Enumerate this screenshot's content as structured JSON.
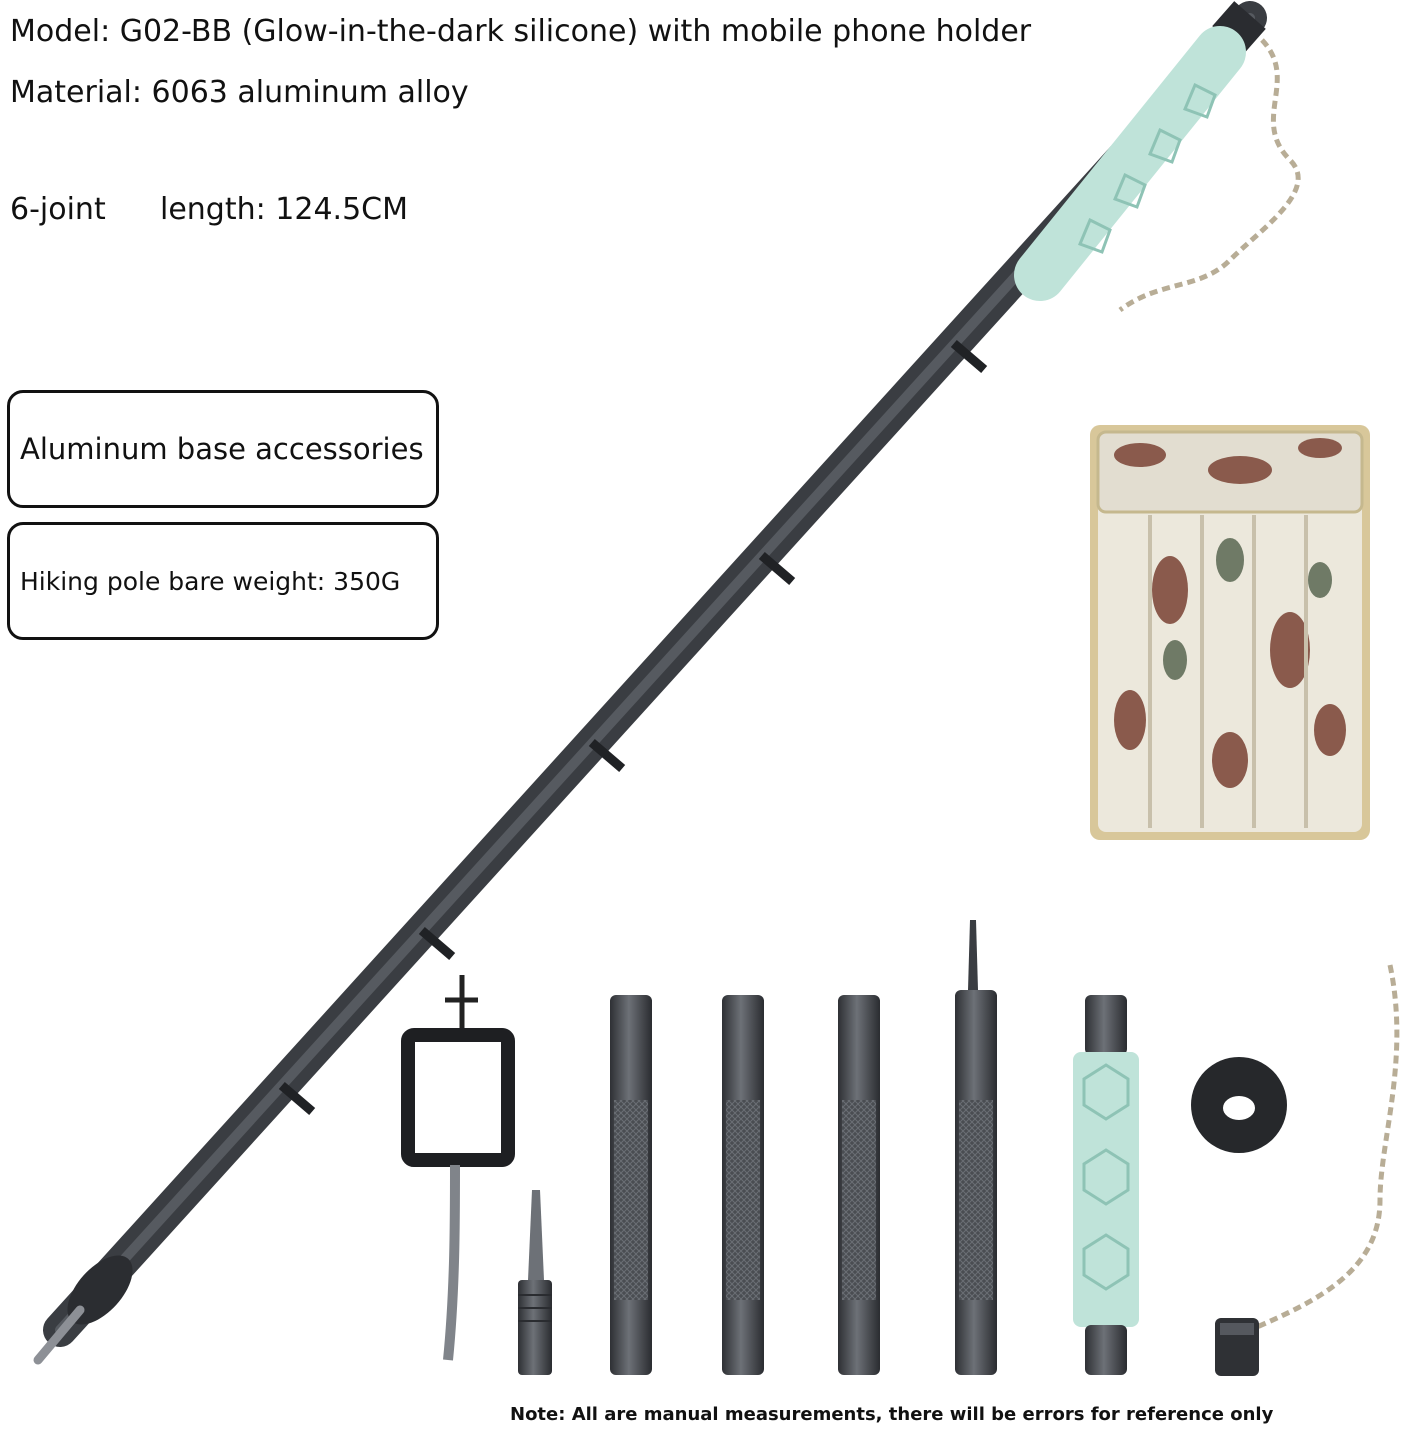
{
  "specs": {
    "model": "Model: G02-BB (Glow-in-the-dark silicone) with mobile phone holder",
    "material": "Material: 6063 aluminum alloy",
    "joints": "6-joint",
    "length": "length: 124.5CM"
  },
  "badges": {
    "accessories": "Aluminum base accessories",
    "weight": "Hiking pole bare weight: 350G"
  },
  "note": "Note: All are manual measurements, there will be errors for reference only",
  "colors": {
    "background": "#ffffff",
    "pole": "#4a4d52",
    "grip": "#bfe3d9",
    "camo_base": "#ece8dc",
    "camo_brown": "#8a5a4c",
    "camo_green": "#6f7a66",
    "bag_trim": "#d8c79a"
  },
  "icons": [
    "trekking-pole",
    "camo-pouch",
    "phone-holder",
    "spike-tip",
    "pole-section",
    "grip-section",
    "rubber-foot",
    "lanyard-cord"
  ]
}
